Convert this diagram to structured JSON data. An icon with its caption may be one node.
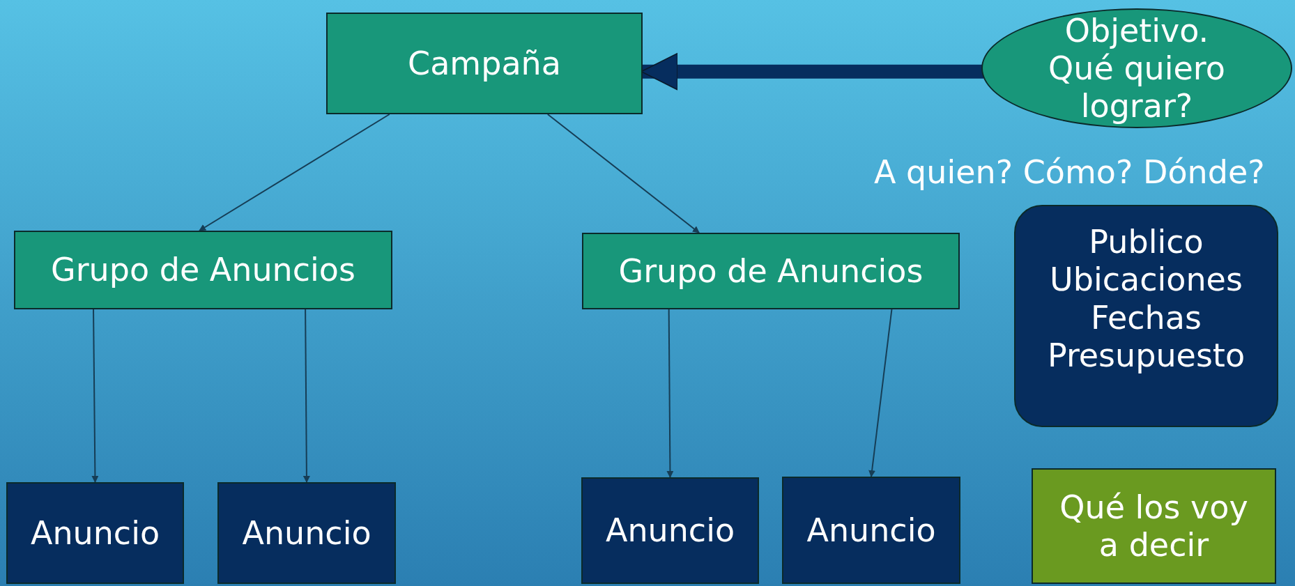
{
  "diagram": {
    "nodes": [
      {
        "text": [
          "Campaña"
        ]
      },
      {
        "text": [
          "Objetivo. Qué quiero lograr?"
        ]
      },
      {
        "text": [
          "Grupo de Anuncios"
        ]
      },
      {
        "text": [
          "Grupo de Anuncios"
        ]
      },
      {
        "text": [
          "Publico Ubicaciones Fechas Presupuesto"
        ]
      },
      {
        "text": [
          "Anuncio"
        ]
      },
      {
        "text": [
          "Anuncio"
        ]
      },
      {
        "text": [
          "Anuncio"
        ]
      },
      {
        "text": [
          "Anuncio"
        ]
      },
      {
        "text": [
          "Qué los voy a decir"
        ]
      }
    ],
    "edges": [
      {
        "from": 1,
        "to": 0,
        "arrow": "to",
        "style": "thick",
        "color": "#062d5e"
      },
      {
        "from": 0,
        "to": 2,
        "arrow": "to"
      },
      {
        "from": 0,
        "to": 3,
        "arrow": "to"
      },
      {
        "from": 2,
        "to": 5,
        "arrow": "to"
      },
      {
        "from": 2,
        "to": 6,
        "arrow": "to"
      },
      {
        "from": 3,
        "to": 7,
        "arrow": "to"
      },
      {
        "from": 3,
        "to": 8,
        "arrow": "to"
      }
    ],
    "labels": [
      "A quien? Cómo? Dónde?"
    ]
  }
}
